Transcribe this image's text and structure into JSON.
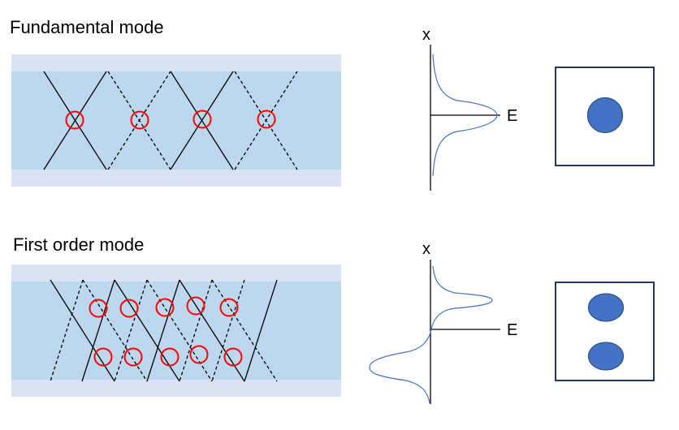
{
  "fundamental": {
    "title": "Fundamental mode",
    "axis_x": "x",
    "axis_e": "E"
  },
  "first_order": {
    "title": "First order mode",
    "axis_x": "x",
    "axis_e": "E"
  },
  "colors": {
    "cladding": "#dae3f3",
    "core": "#bdd7ee",
    "ray": "#000000",
    "crossing_marker": "#ff0000",
    "field_curve": "#4472c4",
    "spot": "#4472c4",
    "spot_outline": "#2f528f",
    "box_outline": "#1f3864"
  }
}
